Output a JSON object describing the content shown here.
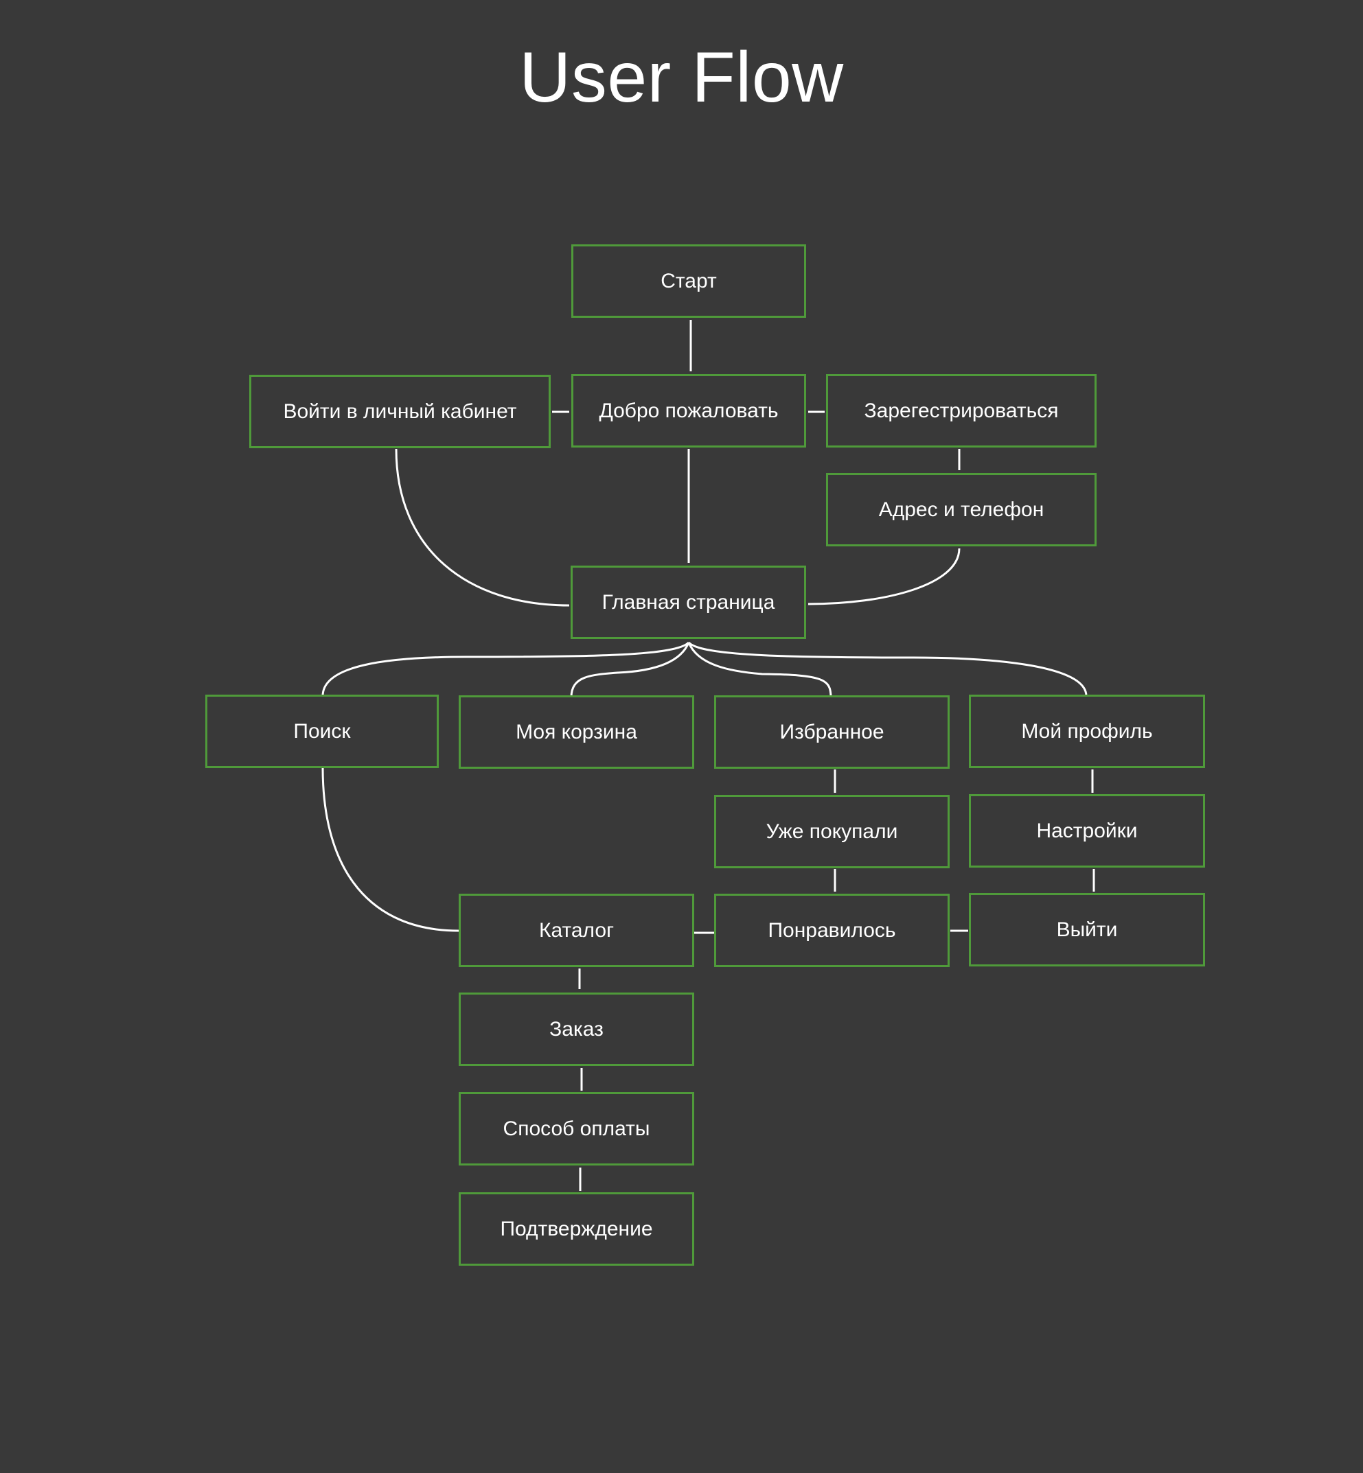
{
  "title": "User Flow",
  "nodes": {
    "start": "Старт",
    "welcome": "Добро пожаловать",
    "login": "Войти в личный кабинет",
    "register": "Зарегестрироваться",
    "address_phone": "Адрес и телефон",
    "main_page": "Главная страница",
    "search": "Поиск",
    "my_cart": "Моя корзина",
    "favorites": "Избранное",
    "my_profile": "Мой профиль",
    "already_bought": "Уже покупали",
    "settings": "Настройки",
    "catalog": "Каталог",
    "liked": "Понравилось",
    "logout": "Выйти",
    "order": "Заказ",
    "payment_method": "Способ оплаты",
    "confirmation": "Подтверждение"
  },
  "colors": {
    "background": "#393939",
    "node_border": "#4f9a3a",
    "text": "#ffffff",
    "connector": "#ffffff"
  }
}
